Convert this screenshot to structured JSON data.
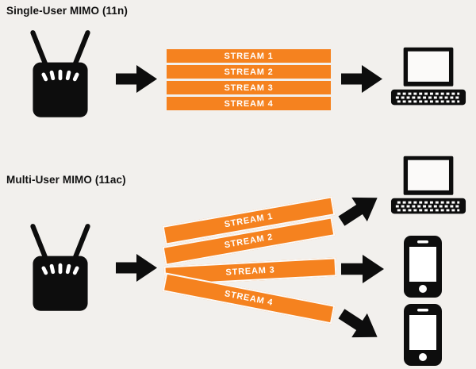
{
  "colors": {
    "background": "#f2f0ed",
    "stream_orange": "#f5821f",
    "ink_black": "#0d0d0d",
    "stream_text": "#ffffff"
  },
  "icons": {
    "source": "router-icon",
    "arrow": "arrow-right-icon",
    "laptop": "laptop-icon",
    "smartphone": "smartphone-icon"
  },
  "sections": [
    {
      "title": "Single-User MIMO (11n)",
      "source_device": "wireless router",
      "streams": [
        "STREAM 1",
        "STREAM 2",
        "STREAM 3",
        "STREAM 4"
      ],
      "destination_devices": [
        "laptop"
      ]
    },
    {
      "title": "Multi-User MIMO (11ac)",
      "source_device": "wireless router",
      "streams": [
        "STREAM 1",
        "STREAM 2",
        "STREAM 3",
        "STREAM 4"
      ],
      "destination_devices": [
        "laptop",
        "smartphone",
        "smartphone"
      ]
    }
  ]
}
